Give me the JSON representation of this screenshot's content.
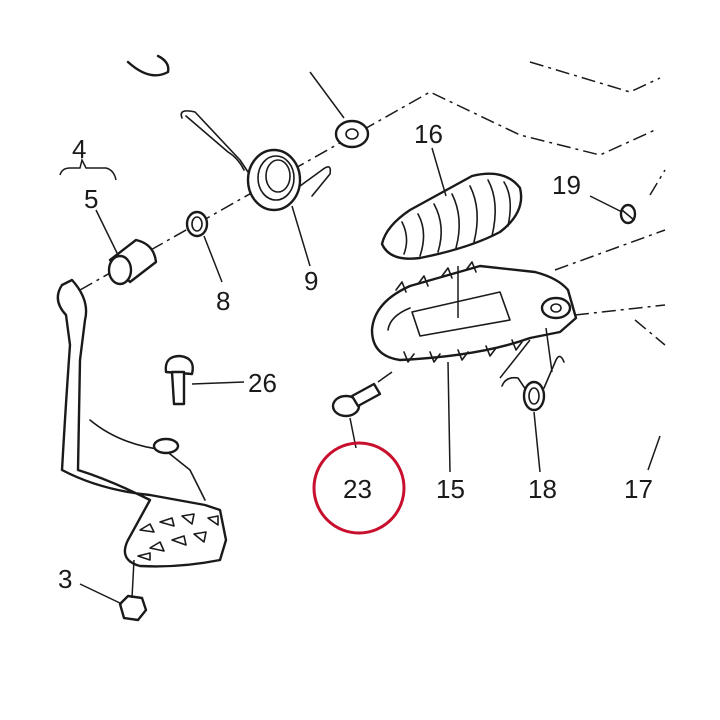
{
  "diagram": {
    "callouts": [
      {
        "id": "c4",
        "label": "4"
      },
      {
        "id": "c5",
        "label": "5"
      },
      {
        "id": "c8",
        "label": "8"
      },
      {
        "id": "c9",
        "label": "9"
      },
      {
        "id": "c16",
        "label": "16"
      },
      {
        "id": "c19",
        "label": "19"
      },
      {
        "id": "c26",
        "label": "26"
      },
      {
        "id": "c23",
        "label": "23"
      },
      {
        "id": "c15",
        "label": "15"
      },
      {
        "id": "c18",
        "label": "18"
      },
      {
        "id": "c17",
        "label": "17"
      },
      {
        "id": "c3",
        "label": "3"
      }
    ],
    "highlight": {
      "callout": "23",
      "color": "#c8102e"
    },
    "line_color": "#1a1a1a"
  }
}
